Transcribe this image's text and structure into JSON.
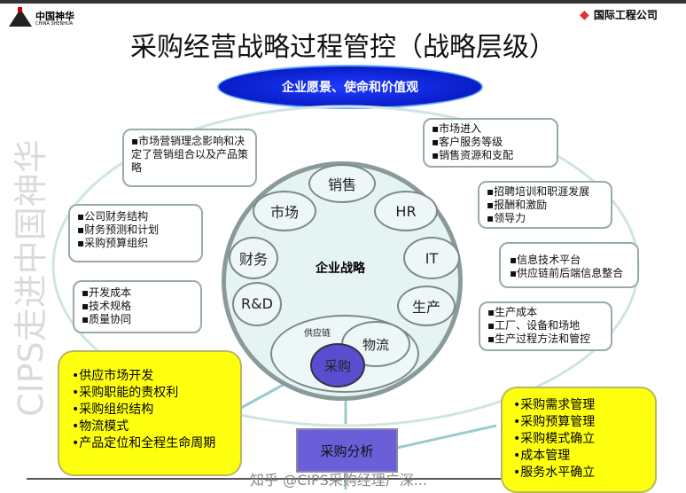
{
  "logos": {
    "left": "中国神华",
    "left_sub": "CHINA SHENHUA",
    "right": "国际工程公司"
  },
  "title": "采购经营战略过程管控（战略层级）",
  "vision": "企业愿景、使命和价值观",
  "center": {
    "label": "企业战略",
    "nodes": [
      "销售",
      "市场",
      "HR",
      "财务",
      "IT",
      "R&D",
      "生产",
      "供应链",
      "物流",
      "采购"
    ]
  },
  "left_boxes": [
    [
      "▪市场营销理念影响和决定了营销组合以及产品策略"
    ],
    [
      "▪公司财务结构",
      "▪财务预测和计划",
      "▪采购预算组织"
    ],
    [
      "▪开发成本",
      "▪技术规格",
      "▪质量协同"
    ]
  ],
  "right_boxes": [
    [
      "▪市场进入",
      "▪客户服务等级",
      "▪销售资源和支配"
    ],
    [
      "▪招聘培训和职涯发展",
      "▪报酬和激励",
      "▪领导力"
    ],
    [
      "▪信息技术平台",
      "▪供应链前后端信息整合"
    ],
    [
      "▪生产成本",
      "▪工厂、设备和场地",
      "▪生产过程方法和管控"
    ]
  ],
  "yellow_left": [
    "•供应市场开发",
    "•采购职能的责权利",
    "•采购组织结构",
    "•物流模式",
    "•产品定位和全程生命周期"
  ],
  "yellow_right": [
    "•采购需求管理",
    "•采购预算管理",
    "•采购模式确立",
    "•成本管理",
    "•服务水平确立"
  ],
  "analysis": "采购分析",
  "watermarks": {
    "diagonal": "CIPS走进中国神华",
    "footer": "知乎 @CIPS采购经理广深..."
  }
}
